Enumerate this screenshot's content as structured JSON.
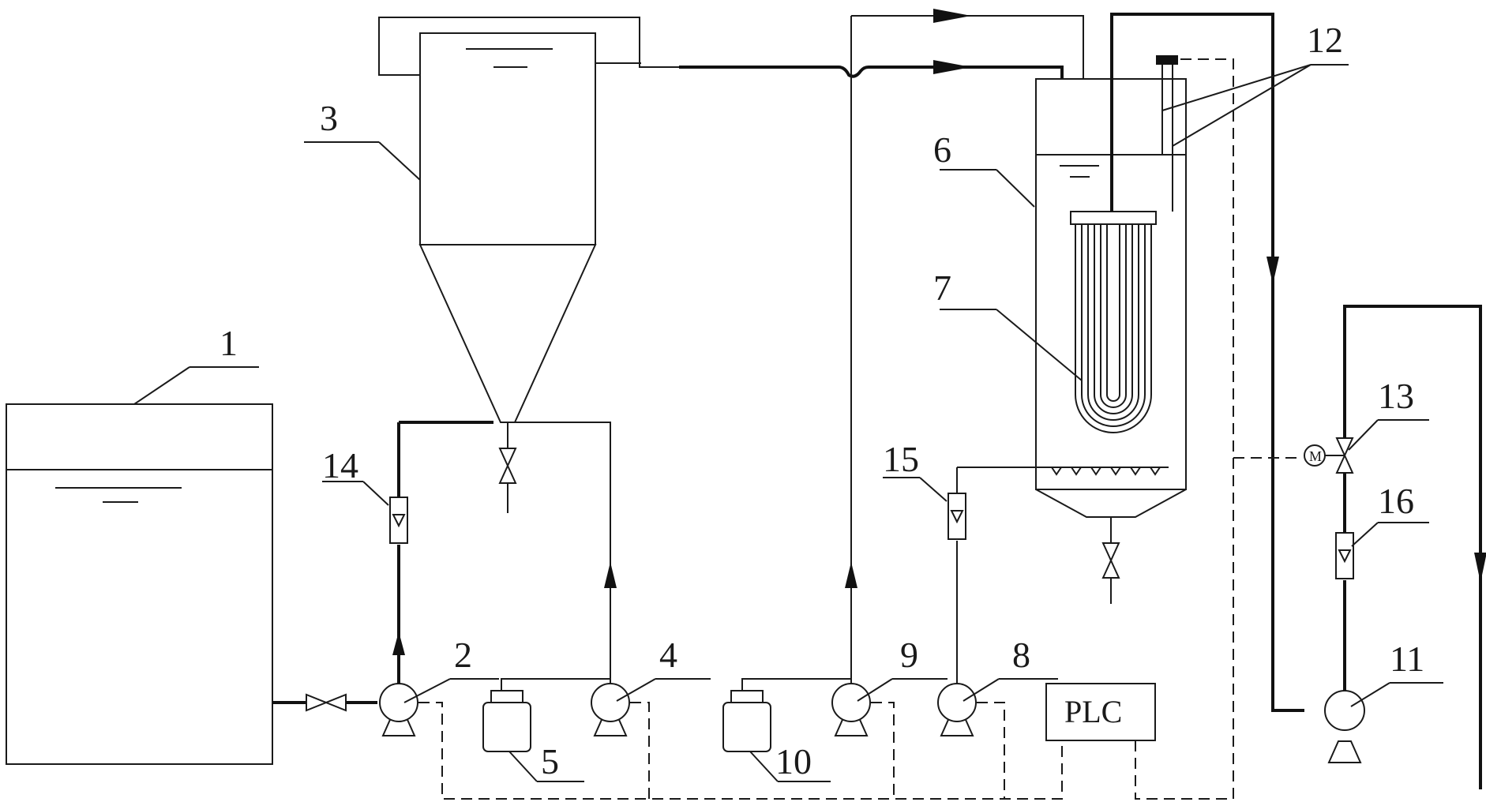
{
  "labels": {
    "raw_water_tank": "1",
    "feed_pump": "2",
    "settling_tank": "3",
    "dosing_pump_a": "4",
    "chemical_tank_a": "5",
    "membrane_bioreactor": "6",
    "membrane_module": "7",
    "aeration_pump": "8",
    "dosing_pump_b": "9",
    "chemical_tank_b": "10",
    "suction_pump": "11",
    "level_sensors": "12",
    "motorized_valve": "13",
    "flowmeter_feed": "14",
    "flowmeter_air": "15",
    "flowmeter_permeate": "16"
  },
  "plc": {
    "label": "PLC"
  },
  "motor_valve": {
    "symbol": "M"
  }
}
